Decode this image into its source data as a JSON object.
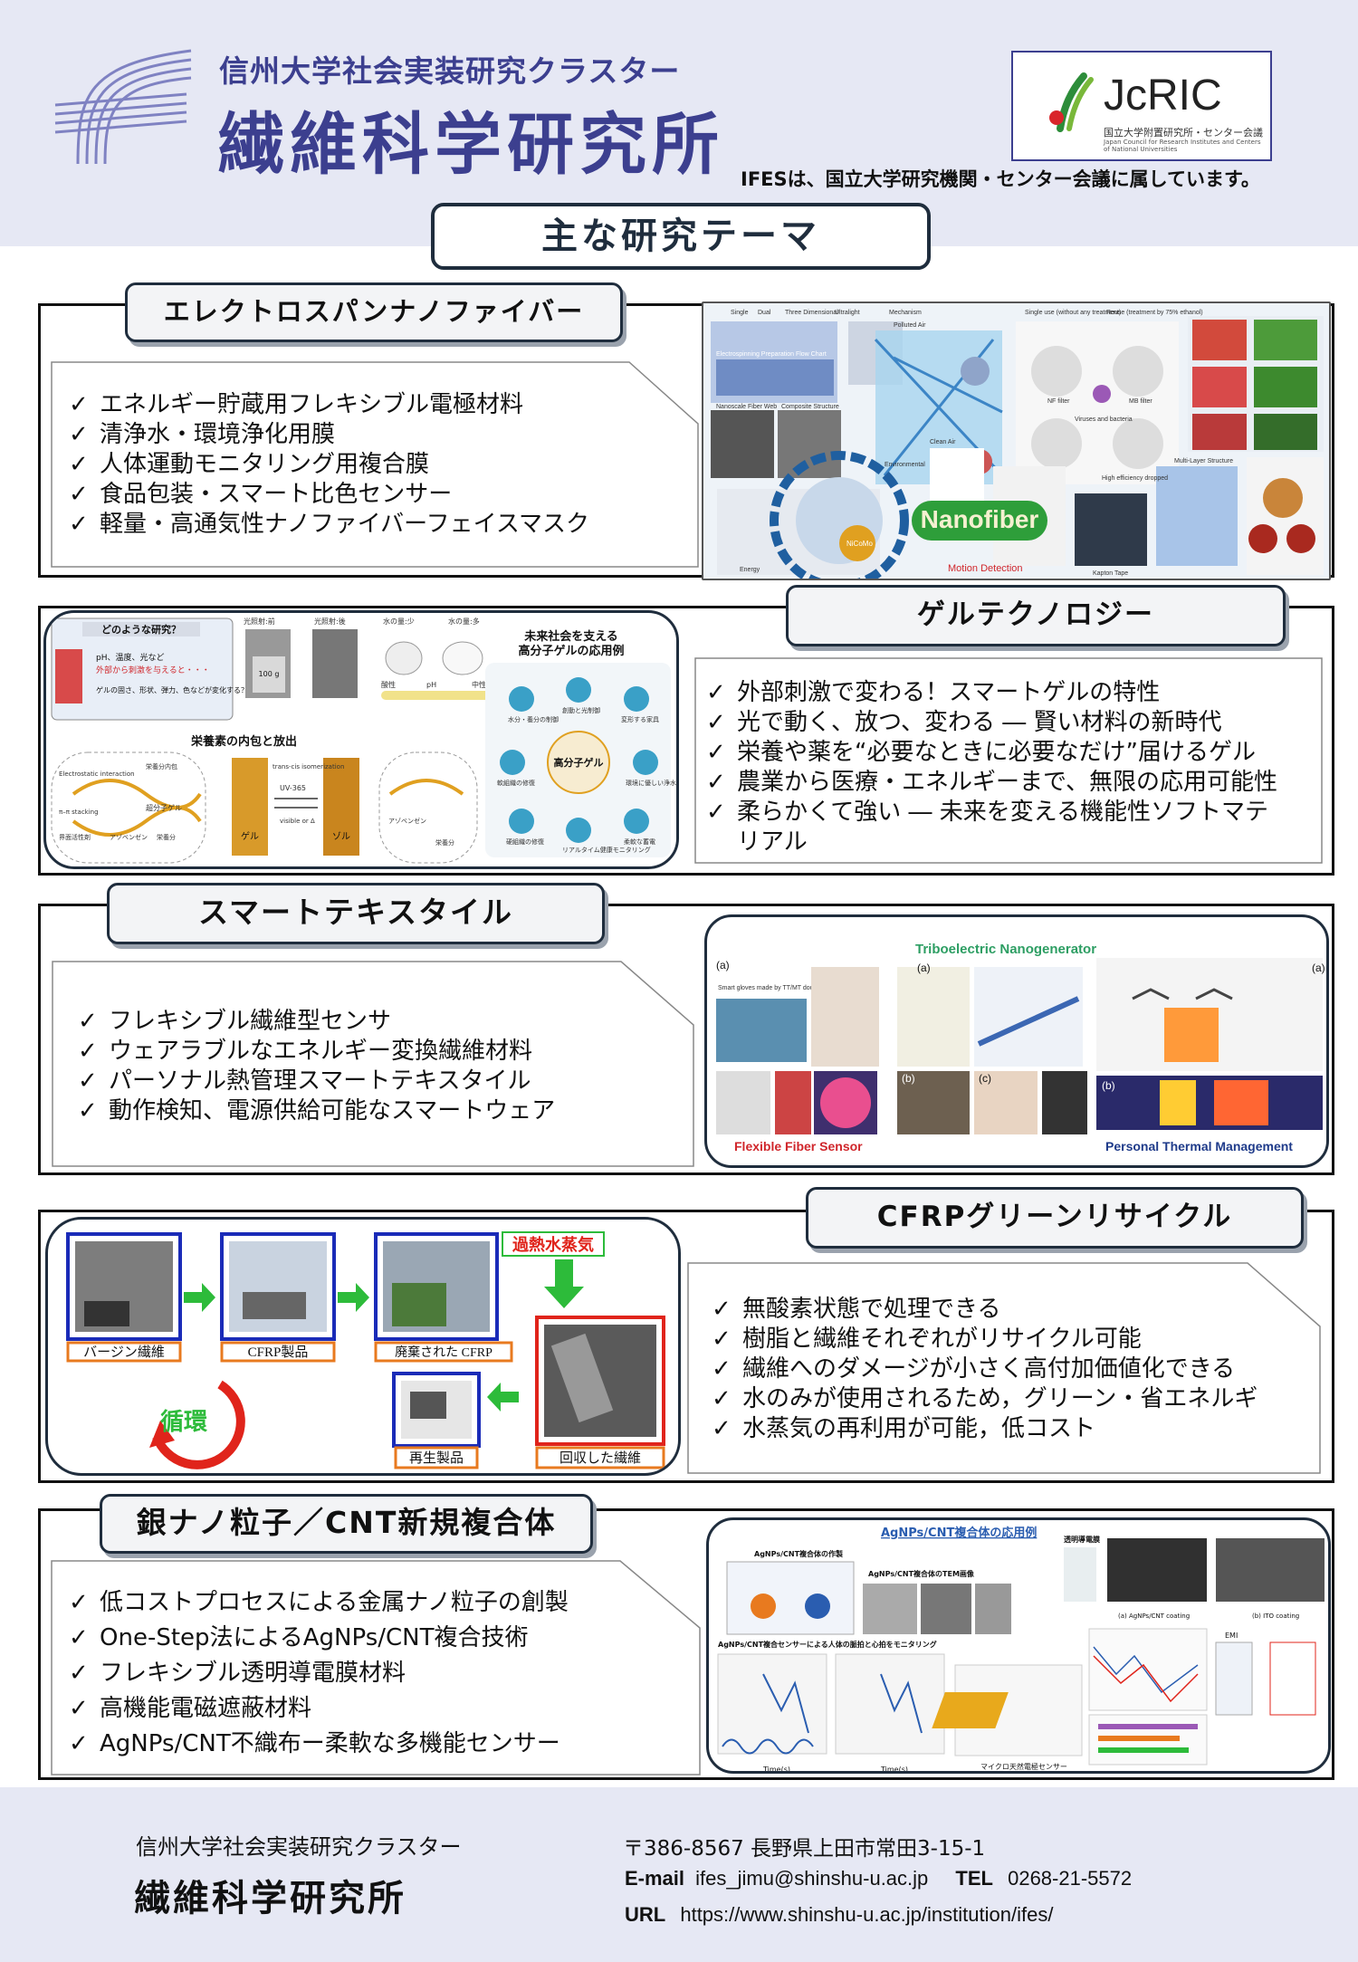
{
  "header": {
    "org_sub": "信州大学社会実装研究クラスター",
    "org_main": "繊維科学研究所",
    "jcric_logo": "JcRIC",
    "jcric_sub": "国立大学附置研究所・センター会議",
    "jcric_sub_en": "Japan Council for Research Institutes and Centers of National Universities",
    "note": "IFESは、国立大学研究機関・センター会議に属しています。"
  },
  "main_title": "主な研究テーマ",
  "check": "✓",
  "sections": [
    {
      "title": "エレクトロスパンナノファイバー",
      "bullets": [
        "エネルギー貯蔵用フレキシブル電極材料",
        "清浄水・環境浄化用膜",
        "人体運動モニタリング用複合膜",
        "食品包装・スマート比色センサー",
        "軽量・高通気性ナノファイバーフェイスマスク"
      ],
      "figure": {
        "center_label": "Nanofiber",
        "labels": [
          "Single",
          "Dual",
          "Three Dimensional",
          "Ultralight",
          "Mechanism",
          "Polluted Air",
          "Clean Air",
          "Single use (without any treatment)",
          "Reuse (treatment by 75% ethanol)",
          "Nanoscale Fiber Web",
          "Composite Structure",
          "Electrospinning Preparation Flow Chart",
          "NF filter",
          "MB filter",
          "Viruses and bacteria",
          "High efficiency dropped",
          "Multi-Layer Structure",
          "Motion Detection",
          "Energy",
          "Environmental",
          "NiCoMo",
          "Kapton Tape"
        ]
      }
    },
    {
      "title": "ゲルテクノロジー",
      "bullets": [
        "外部刺激で変わる！スマートゲルの特性",
        "光で動く、放つ、変わる ― 賢い材料の新時代",
        "栄養や薬を“必要なときに必要なだけ”届けるゲル",
        "農業から医療・エネルギーまで、無限の応用可能性",
        "柔らかくて強い ― 未来を変える機能性ソフトマテ",
        "リアル"
      ],
      "figure": {
        "q_title": "どのような研究？",
        "q_line1": "pH、温度、光など",
        "q_line2": "外部から刺激を与えると・・・",
        "q_line3": "ゲルの固さ、形状、弾力、色などが変化する？！",
        "light_before": "光照射:前",
        "light_after": "光照射:後",
        "water_low": "水の量:少",
        "water_high": "水の量:多",
        "ph_acid": "酸性",
        "ph_label": "pH",
        "ph_neutral": "中性",
        "weight": "100 g",
        "future_title1": "未来社会を支える",
        "future_title2": "高分子ゲルの応用例",
        "center": "高分子ゲル",
        "apps": [
          "水分・養分の制御",
          "創動と光制御",
          "変形する家具",
          "軟組織の修復",
          "硬組織の修復",
          "環境に優しい浄水",
          "リアルタイム健康モニタリング",
          "柔軟な蓄電"
        ],
        "nutrient_title": "栄養素の内包と放出",
        "nutrient_labels": [
          "Electrostatic interaction",
          "π–π stacking",
          "栄養分内包",
          "超分子ゲル",
          "界面活性剤",
          "アゾベンゼン",
          "栄養分",
          "ゲル",
          "ゾル",
          "trans-cis isomerization",
          "UV-365",
          "visible or Δ",
          "アゾベンゼン",
          "栄養分"
        ]
      }
    },
    {
      "title": "スマートテキスタイル",
      "bullets": [
        "フレキシブル繊維型センサ",
        "ウェアラブルなエネルギー変換繊維材料",
        "パーソナル熱管理スマートテキスタイル",
        "動作検知、電源供給可能なスマートウェア"
      ],
      "figure": {
        "top_label": "Triboelectric Nanogenerator",
        "left_label": "Flexible Fiber Sensor",
        "right_label": "Personal Thermal Management",
        "panel_a": "(a)",
        "panel_b": "(b)",
        "panel_c": "(c)",
        "smart_gloves": "Smart gloves made by TT/MT double helical fiber"
      }
    },
    {
      "title": "CFRPグリーンリサイクル",
      "bullets": [
        "無酸素状態で処理できる",
        "樹脂と繊維それぞれがリサイクル可能",
        "繊維へのダメージが小さく高付加価値化できる",
        "水のみが使用されるため，グリーン・省エネルギ",
        "水蒸気の再利用が可能，低コスト"
      ],
      "figure": {
        "virgin": "バージン繊維",
        "cfrp": "CFRP製品",
        "discarded": "廃棄された CFRP",
        "steam": "過熱水蒸気",
        "recycled_product": "再生製品",
        "recovered_fiber": "回収した繊維",
        "cycle": "循環"
      }
    },
    {
      "title": "銀ナノ粒子／CNT新規複合体",
      "bullets": [
        "低コストプロセスによる金属ナノ粒子の創製",
        "One-Step法によるAgNPs/CNT複合技術",
        "フレキシブル透明導電膜材料",
        "高機能電磁遮蔽材料",
        "AgNPs/CNT不織布ー柔軟な多機能センサー"
      ],
      "figure": {
        "title": "AgNPs/CNT複合体の応用例",
        "fab": "AgNPs/CNT複合体の作製",
        "tem": "AgNPs/CNT複合体のTEM画像",
        "transparent": "透明導電膜",
        "coat_a": "(a) AgNPs/CNT coating",
        "coat_b": "(b) ITO coating",
        "sensor": "AgNPs/CNT複合センサーによる人体の脈拍と心拍をモニタリング",
        "micro": "マイクロ天然電極センサー",
        "time": "Time(s)",
        "emi": "EMI"
      }
    }
  ],
  "footer": {
    "org_sub": "信州大学社会実装研究クラスター",
    "org_main": "繊維科学研究所",
    "address": "〒386-8567 長野県上田市常田3-15-1",
    "email_label": "E-mail",
    "email": "ifes_jimu@shinshu-u.ac.jp",
    "tel_label": "TEL",
    "tel": "0268-21-5572",
    "url_label": "URL",
    "url": "https://www.shinshu-u.ac.jp/institution/ifes/"
  },
  "colors": {
    "brand": "#3c3f8f",
    "frame": "#111111",
    "tag_border": "#1f2d3d",
    "band": "#e6e8f4",
    "accent_red": "#e0241b",
    "accent_green": "#2dbb3a",
    "accent_blue": "#1a2bb8"
  }
}
